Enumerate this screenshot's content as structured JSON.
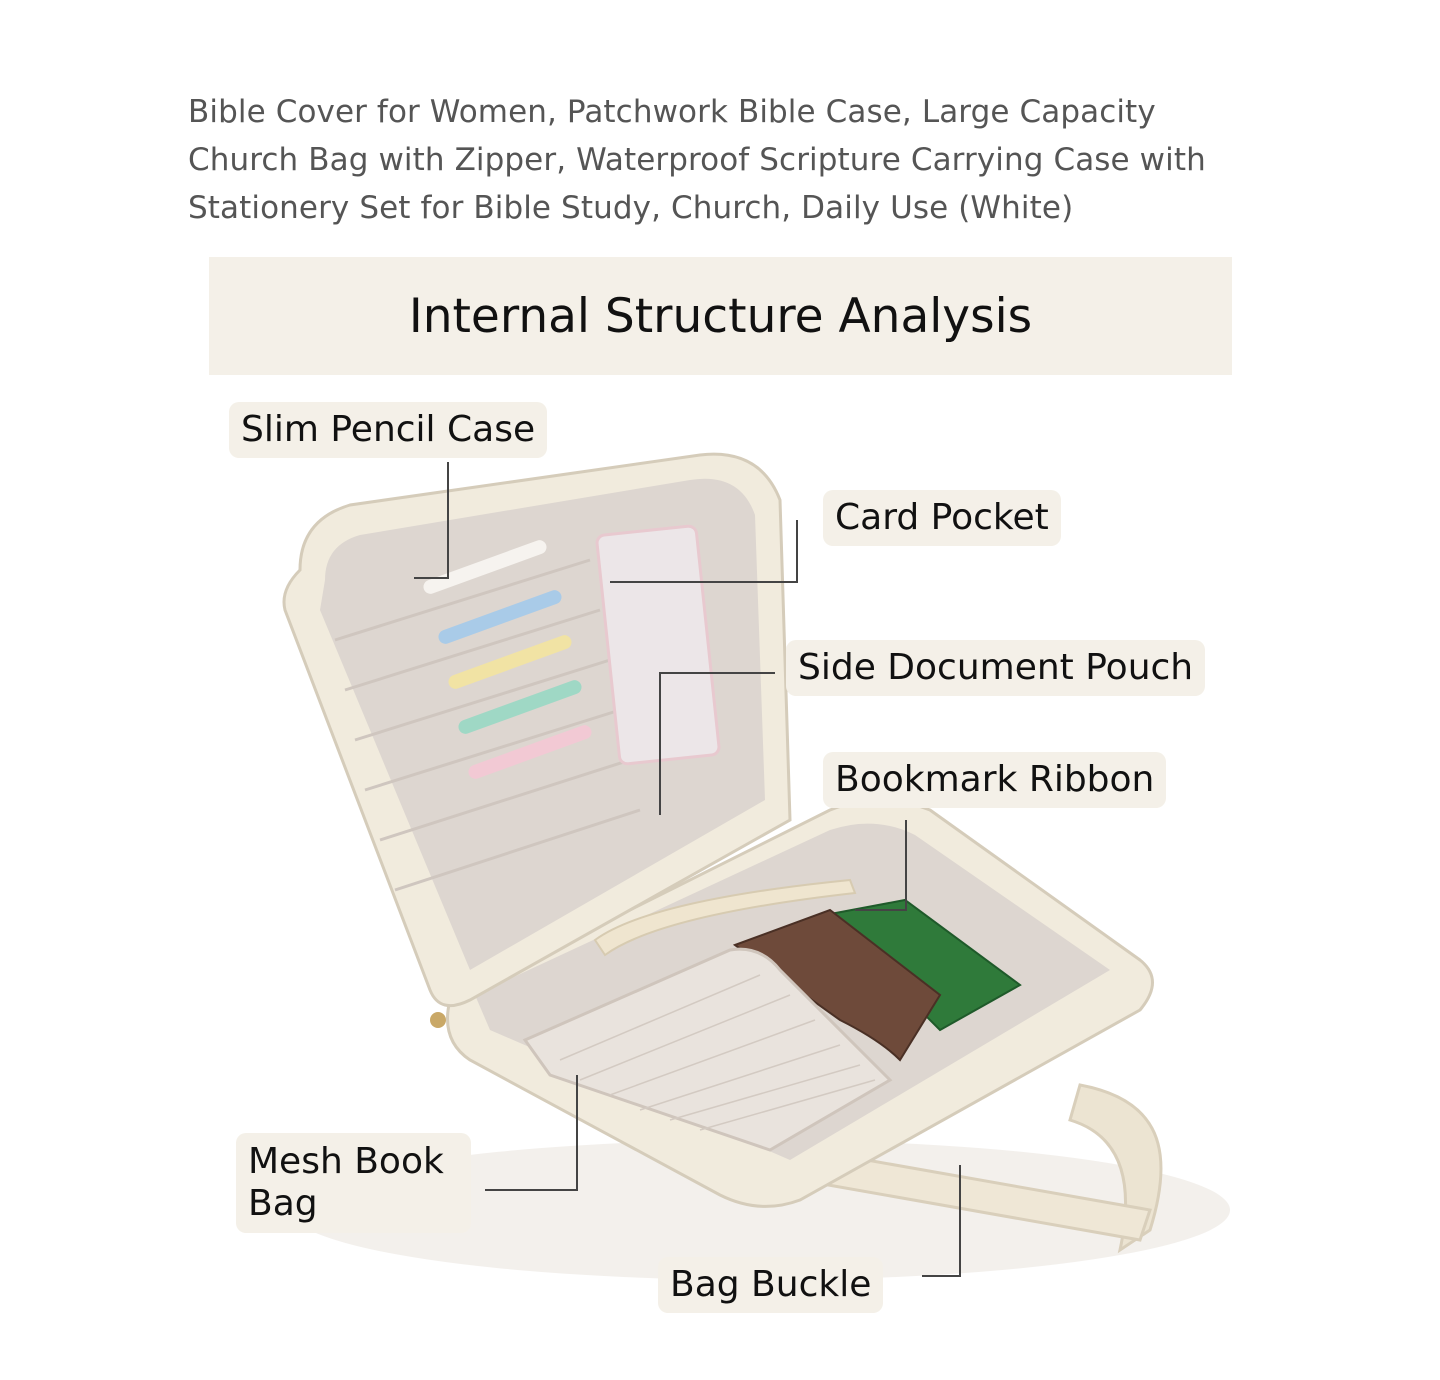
{
  "product_title": "Bible Cover for Women, Patchwork Bible Case, Large Capacity Church Bag with Zipper, Waterproof Scripture Carrying Case with Stationery Set for Bible Study, Church, Daily Use (White)",
  "infographic": {
    "heading": "Internal Structure Analysis",
    "labels": {
      "slim_pencil_case": "Slim Pencil Case",
      "card_pocket": "Card Pocket",
      "side_document_pouch": "Side Document Pouch",
      "bookmark_ribbon": "Bookmark Ribbon",
      "mesh_book_bag": "Mesh Book Bag",
      "bag_buckle": "Bag Buckle"
    }
  },
  "colors": {
    "banner_bg": "#f4f0e8",
    "bag_leather": "#f1ebdd",
    "lining": "#ddd6d0",
    "leader_line": "#444444"
  }
}
